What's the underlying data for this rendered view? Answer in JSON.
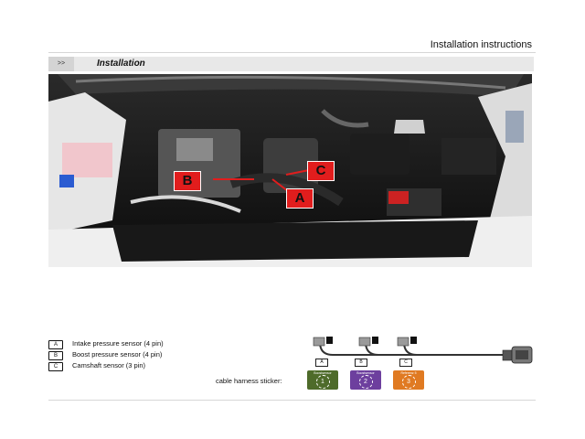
{
  "header": {
    "title": "Installation instructions"
  },
  "section": {
    "chevron": ">>",
    "title": "Installation"
  },
  "markers": [
    {
      "label": "B"
    },
    {
      "label": "C"
    },
    {
      "label": "A"
    }
  ],
  "legend": [
    {
      "key": "A",
      "text": "Intake pressure sensor (4 pin)"
    },
    {
      "key": "B",
      "text": "Boost pressure sensor (4 pin)"
    },
    {
      "key": "C",
      "text": "Camshaft sensor (3 pin)"
    }
  ],
  "harness": {
    "plugs": [
      "A",
      "B",
      "C"
    ],
    "sticker_label": "cable harness sticker:",
    "stickers": [
      {
        "name": "Boostsensor",
        "number": "1",
        "color": "#4e6b2a"
      },
      {
        "name": "Boostsensor",
        "number": "2",
        "color": "#6d3f9e"
      },
      {
        "name": "Referenz 5",
        "number": "3",
        "color": "#e07a22"
      }
    ]
  }
}
